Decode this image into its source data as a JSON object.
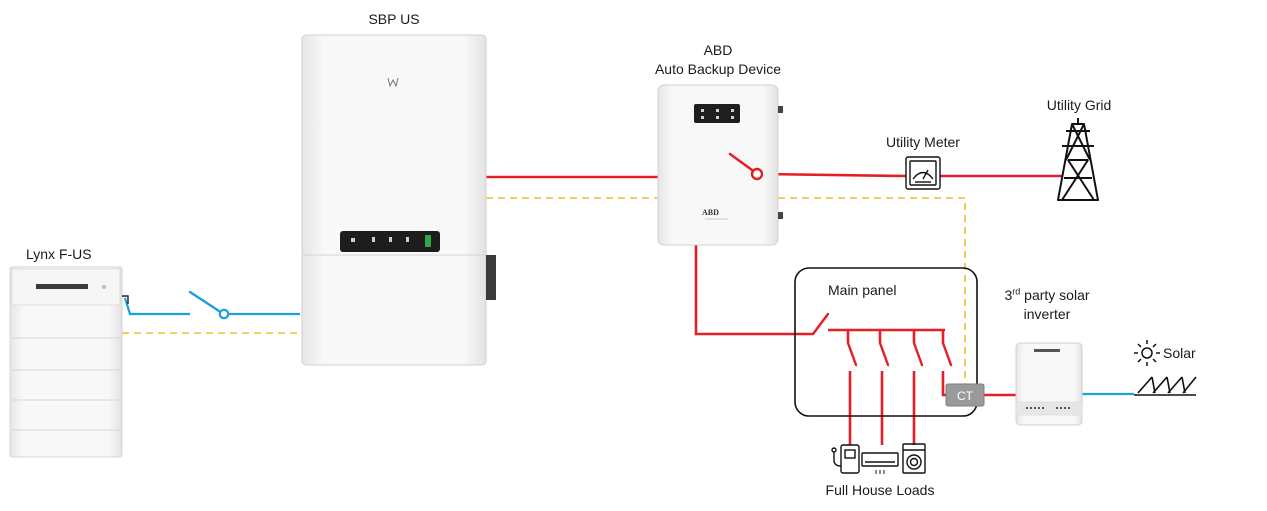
{
  "labels": {
    "sbp": "SBP US",
    "abd_title": "ABD",
    "abd_subtitle": "Auto Backup Device",
    "abd_logo": "ABD",
    "utility_grid": "Utility Grid",
    "utility_meter": "Utility Meter",
    "lynx": "Lynx F-US",
    "main_panel": "Main panel",
    "solar_inverter_sup_prefix": "3",
    "solar_inverter_sup": "rd",
    "solar_inverter_line1_rest": " party solar",
    "solar_inverter_line2": "inverter",
    "solar": "Solar",
    "ct": "CT",
    "loads": "Full House Loads"
  },
  "colors": {
    "ac_power": "#e41e26",
    "dc_power": "#1aa0dc",
    "communication": "#f2bd2c",
    "device_body": "#f2f2f2",
    "outline": "#111111",
    "ct_fill": "#9a9a9a"
  },
  "icons": [
    "switch-icon",
    "utility-meter-icon",
    "transmission-tower-icon",
    "sun-icon",
    "solar-array-icon",
    "ev-charger-icon",
    "air-conditioner-icon",
    "washing-machine-icon"
  ]
}
